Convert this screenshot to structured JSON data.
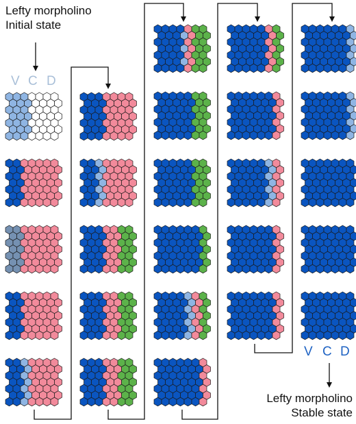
{
  "labels": {
    "initial_line1": "Lefty morpholino",
    "initial_line2": "Initial state",
    "stable_line1": "Lefty morpholino",
    "stable_line2": "Stable state"
  },
  "vcd_top": {
    "v": "V",
    "c": "C",
    "d": "D",
    "color": "#a9bfd8"
  },
  "vcd_bottom": {
    "v": "V",
    "c": "C",
    "d": "D",
    "color": "#1f63c3"
  },
  "colors": {
    "V": "#0a55c0",
    "v": "#8fb5e3",
    "g": "#7591b2",
    "C": "#f28a9b",
    "D": "#5cb24a",
    "W": "#ffffff",
    "stroke": "#1a1a1a",
    "line": "#111111"
  },
  "grid_columns": 7,
  "grid_rows": 7,
  "columns": [
    {
      "name": "column-1",
      "panels": [
        [
          "vvvWWWW"
        ],
        [
          "VVCCCCC"
        ],
        [
          "ggCCCCC"
        ],
        [
          "VVCCCCC"
        ],
        [
          "VVvCCCC"
        ]
      ]
    },
    {
      "name": "column-2",
      "panels": [
        [
          "VVVCCCC"
        ],
        [
          "VVvCCCC"
        ],
        [
          "VVVCCDD"
        ],
        [
          "VVVCCDD"
        ],
        [
          "VVVCCDD"
        ]
      ]
    },
    {
      "name": "column-3",
      "panels": [
        [
          "VVVVCDD",
          "VVVvCDD"
        ],
        [
          "VVVVVDD"
        ],
        [
          "VVVVVDD"
        ],
        [
          "VVVVVVD"
        ],
        [
          "VVVVvCD"
        ],
        [
          "VVVVVVC"
        ]
      ]
    },
    {
      "name": "column-4",
      "panels": [
        [
          "VVVVVCD"
        ],
        [
          "VVVVVVC"
        ],
        [
          "VVVVVvC"
        ],
        [
          "VVVVVVC"
        ],
        [
          "VVVVVVC"
        ]
      ]
    },
    {
      "name": "column-5",
      "panels": [
        [
          "VVVVVVv"
        ],
        [
          "VVVVVVv"
        ],
        [
          "VVVVVVV"
        ],
        [
          "VVVVVVV"
        ],
        [
          "VVVVVVV"
        ]
      ]
    }
  ]
}
